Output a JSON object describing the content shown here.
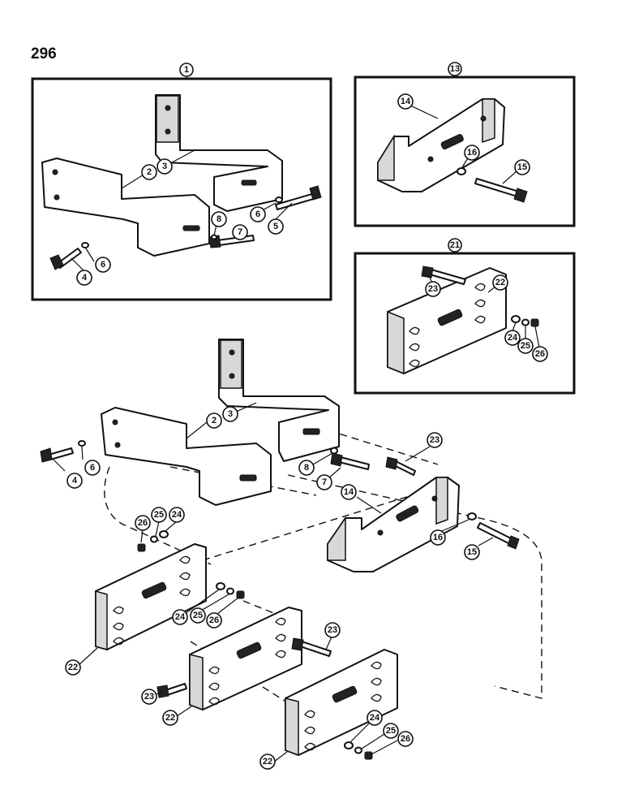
{
  "page": {
    "number": "296"
  },
  "callouts": {
    "c1": "1",
    "c13": "13",
    "c21": "21",
    "a2": "2",
    "a3": "3",
    "a4": "4",
    "a5": "5",
    "a6a": "6",
    "a6b": "6",
    "a7": "7",
    "a8": "8",
    "a14": "14",
    "a15": "15",
    "a16": "16",
    "a22": "22",
    "a23": "23",
    "a24": "24",
    "a25": "25",
    "a26": "26",
    "b2": "2",
    "b3": "3",
    "b4": "4",
    "b6": "6",
    "b7": "7",
    "b8": "8",
    "b14": "14",
    "b15": "15",
    "b16": "16",
    "b23": "23",
    "d26": "26",
    "d25": "25",
    "d24": "24",
    "e24": "24",
    "e25": "25",
    "e26": "26",
    "f23": "23",
    "g23": "23",
    "h22": "22",
    "i22": "22",
    "j22": "22",
    "k24": "24",
    "k25": "25",
    "k26": "26"
  }
}
